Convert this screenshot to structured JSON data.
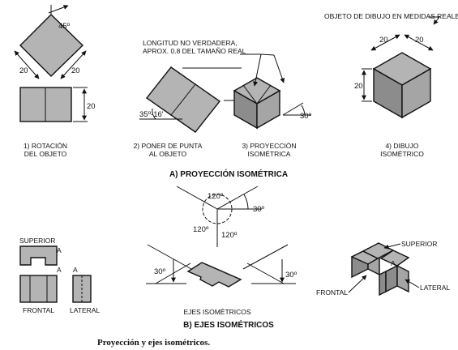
{
  "colors": {
    "face_light": "#b4b4b4",
    "face_dark": "#8c8c8c",
    "face_mid": "#a5a5a5",
    "ink": "#111111"
  },
  "panel_a": {
    "heading": "A) PROYECCIÓN ISOMÉTRICA",
    "step1": {
      "caption_l1": "1) ROTACIÓN",
      "caption_l2": "DEL OBJETO",
      "angle": "45º",
      "dim_a": "20",
      "dim_b": "20",
      "dim_c": "20"
    },
    "step2": {
      "caption_l1": "2) PONER DE PUNTA",
      "caption_l2": "AL OBJETO",
      "angle": "35º-16'"
    },
    "step3": {
      "caption_l1": "3) PROYECCIÓN",
      "caption_l2": "ISOMÉTRICA",
      "angle": "30º",
      "note_l1": "LONGITUD NO VERDADERA,",
      "note_l2": "APROX. 0.8 DEL TAMAÑO REAL"
    },
    "step4": {
      "caption_l1": "4) DIBUJO",
      "caption_l2": "ISOMÉTRICO",
      "note": "OBJETO DE DIBUJO EN MEDIDAS REALES",
      "dim_a": "20",
      "dim_b": "20",
      "dim_c": "20"
    }
  },
  "panel_b": {
    "heading": "B) EJES ISOMÉTRICOS",
    "axes_caption": "EJES ISOMÉTRICOS",
    "angle_top": "120º",
    "angle_left": "120º",
    "angle_right": "120º",
    "angle_30_a": "30º",
    "angle_30_b": "30º",
    "angle_30_c": "30º",
    "views": {
      "top": "SUPERIOR",
      "front": "FRONTAL",
      "side": "LATERAL",
      "mark": "A"
    },
    "iso": {
      "top": "SUPERIOR",
      "front": "FRONTAL",
      "side": "LATERAL",
      "mark": "A"
    }
  },
  "figure_caption": "Proyección y ejes isométricos."
}
